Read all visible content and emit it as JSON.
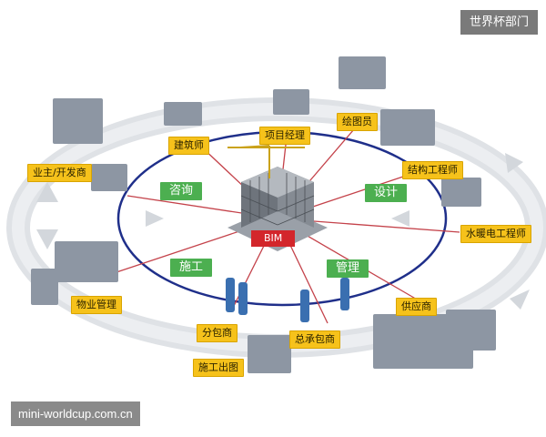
{
  "watermark_top": "世界杯部门",
  "watermark_bottom": "mini-worldcup.com.cn",
  "center": "BIM",
  "phases": {
    "consult": "咨询",
    "design": "设计",
    "construct": "施工",
    "manage": "管理"
  },
  "roles": {
    "architect": "建筑师",
    "project_manager": "项目经理",
    "drafter": "绘图员",
    "structural_engineer": "结构工程师",
    "mep_engineer": "水暖电工程师",
    "supplier": "供应商",
    "general_contractor": "总承包商",
    "subcontractor": "分包商",
    "construction_drawing": "施工出图",
    "property_management": "物业管理",
    "owner_developer": "业主/开发商"
  },
  "colors": {
    "ring": "#1f2f8a",
    "label_bg": "#f6c21b",
    "phase_bg": "#4caf50",
    "bim_bg": "#d3262b",
    "connector": "#c4424a"
  }
}
